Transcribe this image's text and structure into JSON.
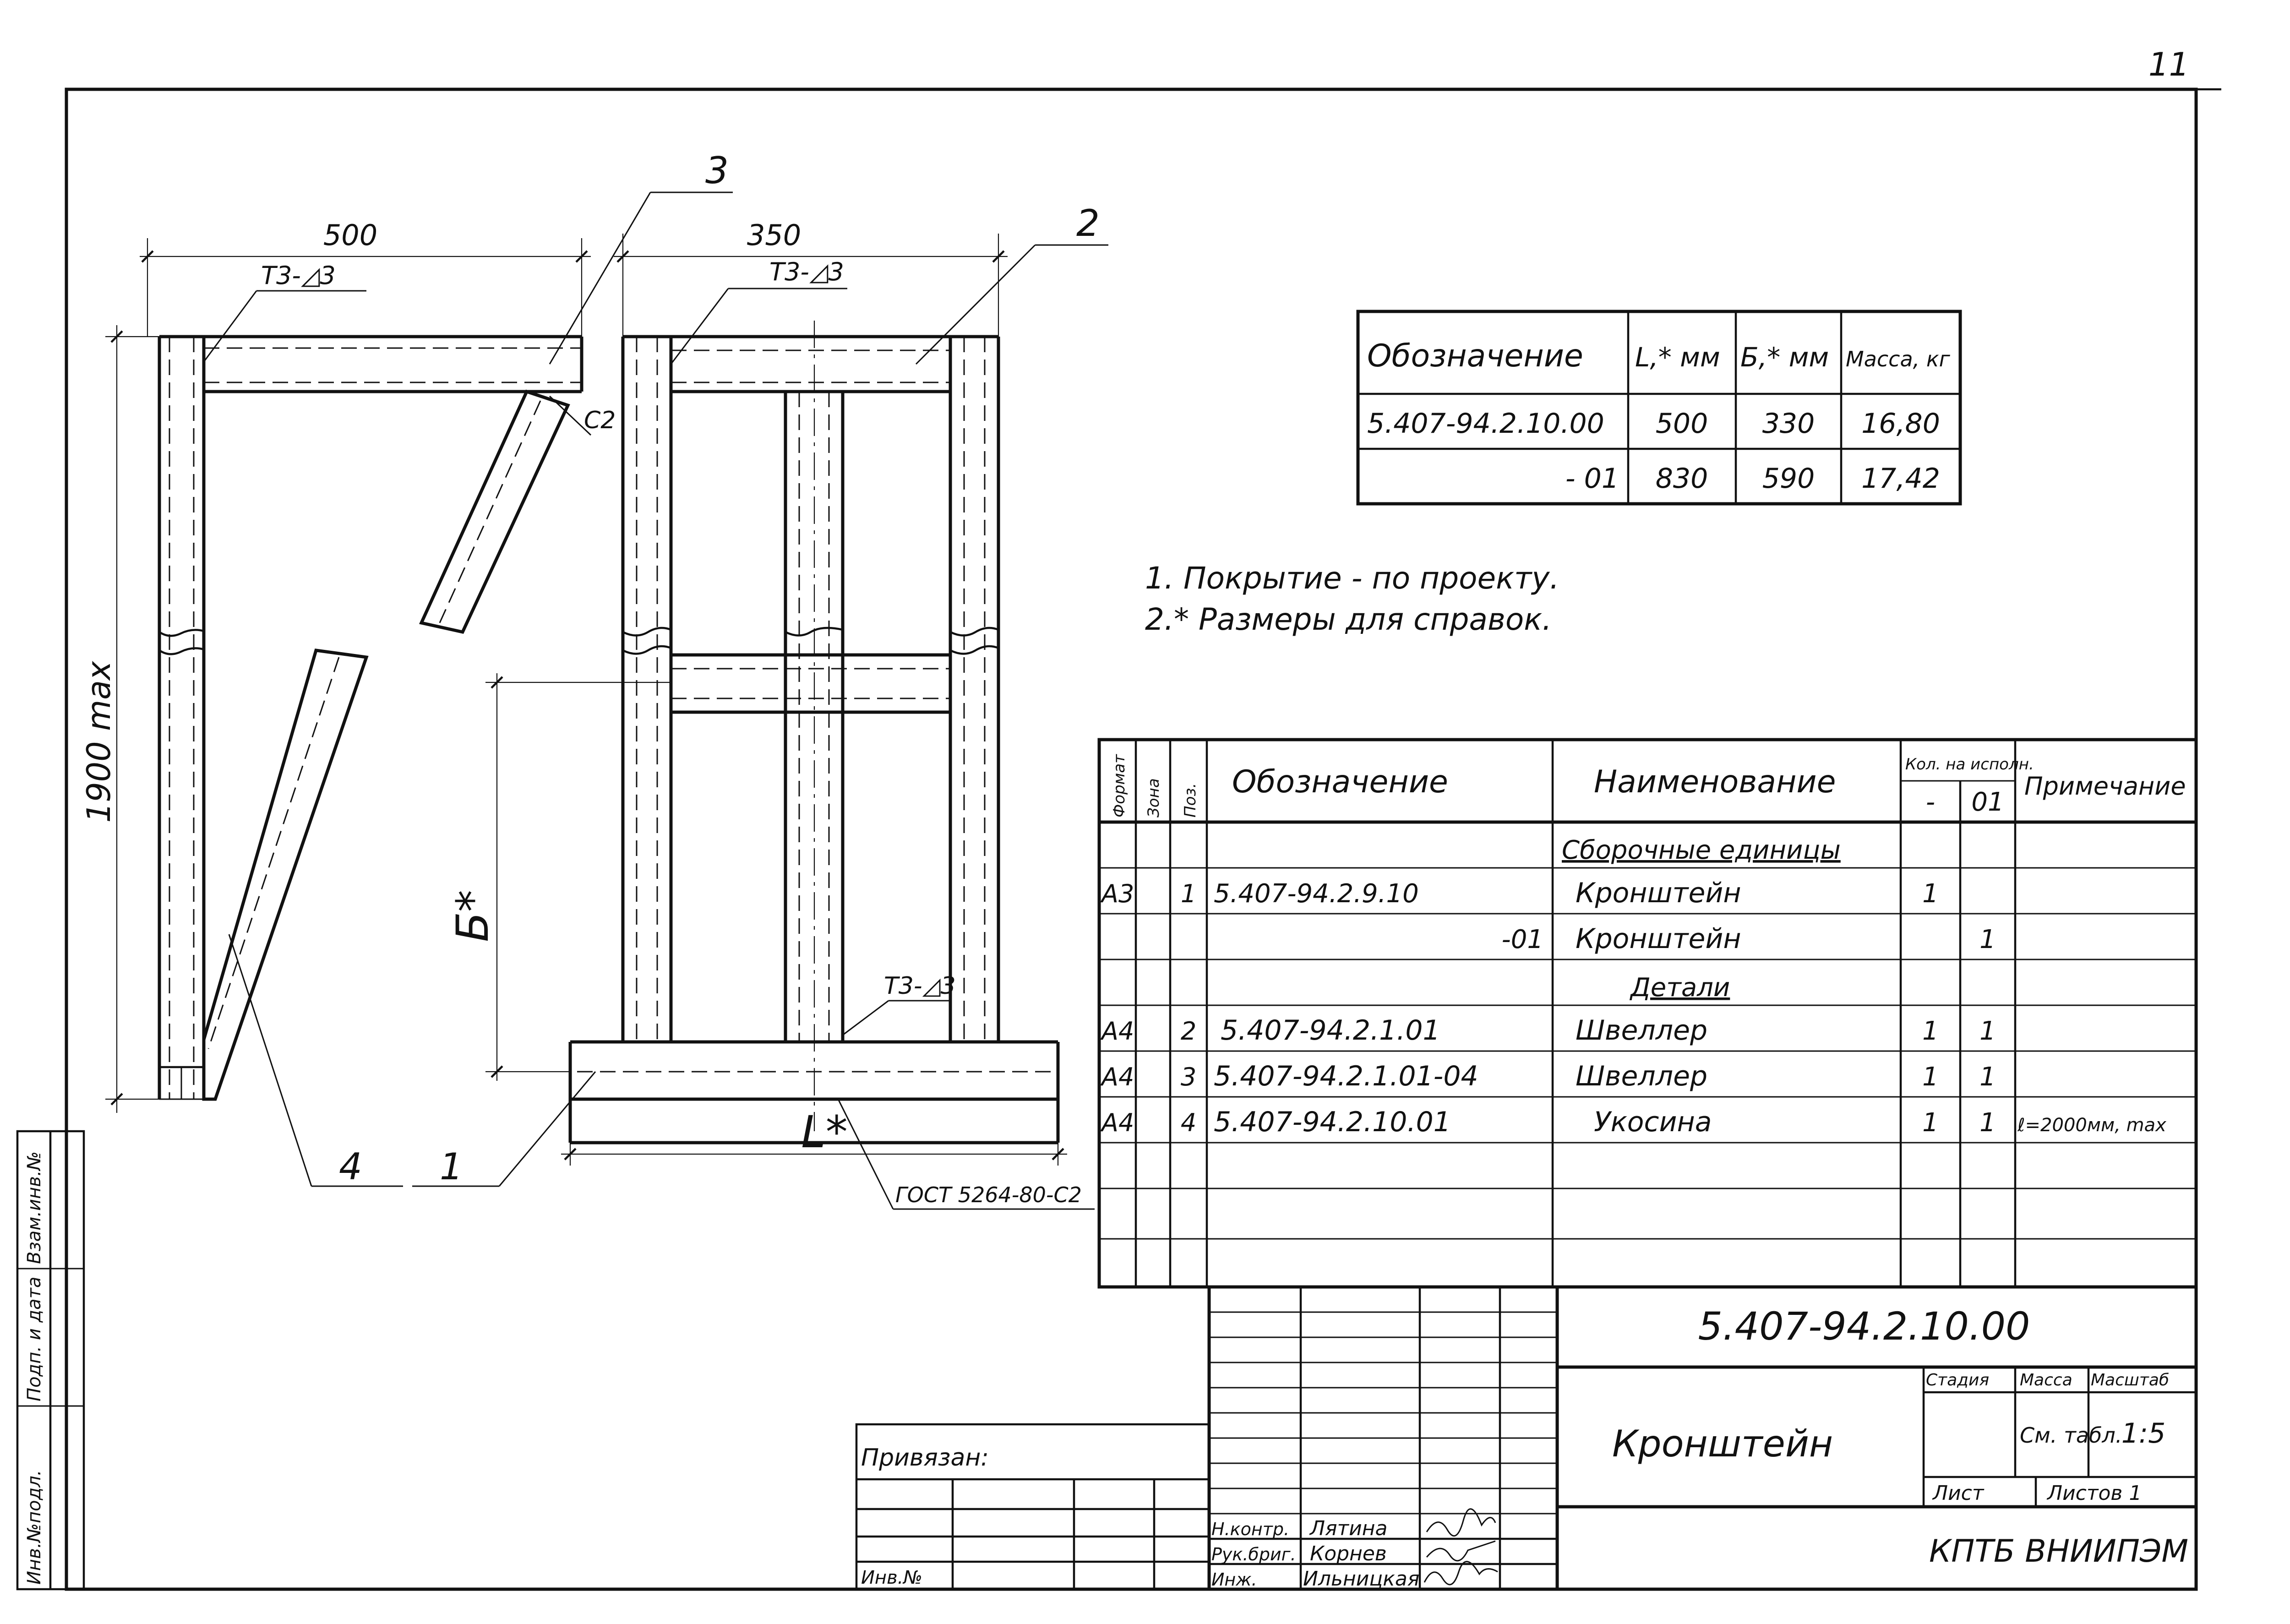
{
  "sheet_number": "11",
  "drawing": {
    "pos_labels": [
      "3",
      "2",
      "4",
      "1"
    ],
    "dims": {
      "w_left": "500",
      "w_right": "350",
      "height": "1900 max",
      "b_star": "Б*",
      "l_star": "L*"
    },
    "welds": [
      "Т3-◿3",
      "Т3-◿3",
      "Т3-◿3"
    ],
    "chamfer": "С2",
    "gost": "ГОСТ 5264-80-С2"
  },
  "variants": {
    "headers": [
      "Обозначение",
      "L,* мм",
      "Б,* мм",
      "Масса, кг"
    ],
    "rows": [
      [
        "5.407-94.2.10.00",
        "500",
        "330",
        "16,80"
      ],
      [
        "- 01",
        "830",
        "590",
        "17,42"
      ]
    ]
  },
  "notes": [
    "1. Покрытие - по проекту.",
    "2.* Размеры для справок."
  ],
  "spec": {
    "headers": {
      "format": "Формат",
      "zone": "Зона",
      "pos": "Поз.",
      "designation": "Обозначение",
      "name": "Наименование",
      "qty": "Кол. на исполн.",
      "qty_a": "-",
      "qty_b": "01",
      "note": "Примечание"
    },
    "sections": {
      "assemblies": "Сборочные единицы",
      "parts": "Детали"
    },
    "rows": [
      {
        "format": "А3",
        "pos": "1",
        "designation": "5.407-94.2.9.10",
        "name": "Кронштейн",
        "qa": "1",
        "qb": "",
        "note": ""
      },
      {
        "format": "",
        "pos": "",
        "designation": "-01",
        "name": "Кронштейн",
        "qa": "",
        "qb": "1",
        "note": ""
      },
      {
        "format": "А4",
        "pos": "2",
        "designation": "5.407-94.2.1.01",
        "name": "Швеллер",
        "qa": "1",
        "qb": "1",
        "note": ""
      },
      {
        "format": "А4",
        "pos": "3",
        "designation": "5.407-94.2.1.01-04",
        "name": "Швеллер",
        "qa": "1",
        "qb": "1",
        "note": ""
      },
      {
        "format": "А4",
        "pos": "4",
        "designation": "5.407-94.2.10.01",
        "name": "Укосина",
        "qa": "1",
        "qb": "1",
        "note": "ℓ=2000мм, max"
      }
    ]
  },
  "title_block": {
    "doc_number": "5.407-94.2.10.00",
    "title": "Кронштейн",
    "stage": "Стадия",
    "mass": "Масса",
    "scale_label": "Масштаб",
    "mass_value": "См. табл.",
    "scale": "1:5",
    "sheet": "Лист",
    "sheets": "Листов 1",
    "org": "КПТБ ВНИИПЭМ",
    "bound": "Привязан:",
    "inv": "Инв.№",
    "people": [
      {
        "role": "Н.контр.",
        "name": "Лятина"
      },
      {
        "role": "Рук.бриг.",
        "name": "Корнев"
      },
      {
        "role": "Инж.",
        "name": "Ильницкая"
      }
    ]
  },
  "side_stamp": [
    "Инв.№подл.",
    "Подп. и дата",
    "Взам.инв.№"
  ]
}
